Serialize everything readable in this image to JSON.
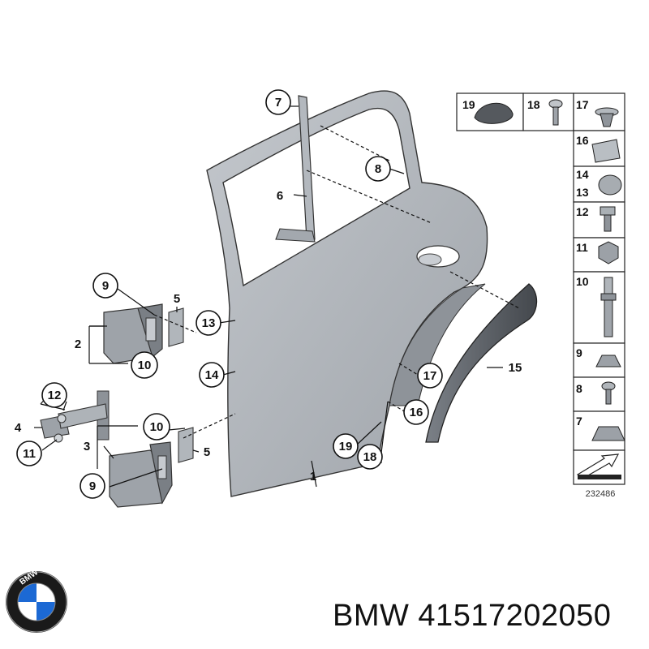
{
  "callouts": {
    "c1": "1",
    "c2": "2",
    "c3": "3",
    "c4": "4",
    "c5a": "5",
    "c5b": "5",
    "c6": "6",
    "c7": "7",
    "c8": "8",
    "c9a": "9",
    "c9b": "9",
    "c10a": "10",
    "c10b": "10",
    "c11": "11",
    "c12": "12",
    "c13": "13",
    "c14": "14",
    "c15": "15",
    "c16": "16",
    "c17": "17",
    "c18": "18",
    "c19": "19"
  },
  "parts_table": {
    "top_row": [
      "19",
      "18",
      "17"
    ],
    "column": [
      "16",
      "14",
      "13",
      "12",
      "11",
      "10",
      "9",
      "8",
      "7"
    ]
  },
  "reference_number": "232486",
  "brand": "BMW",
  "part_number": "41517202050",
  "footer_text": "BMW 41517202050",
  "logo_letters": "BMW",
  "colors": {
    "part_gray": "#a9aeb4",
    "part_dark": "#5d6268",
    "outline": "#111111"
  }
}
